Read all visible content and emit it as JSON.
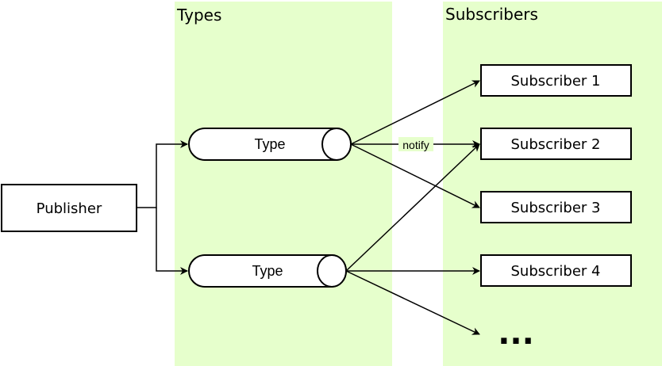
{
  "lanes": {
    "types_title": "Types",
    "subscribers_title": "Subscribers",
    "fill": "#e6ffcc"
  },
  "publisher": {
    "label": "Publisher"
  },
  "types": [
    {
      "label": "Type"
    },
    {
      "label": "Type"
    }
  ],
  "subscribers": [
    {
      "label": "Subscriber 1"
    },
    {
      "label": "Subscriber 2"
    },
    {
      "label": "Subscriber 3"
    },
    {
      "label": "Subscriber 4"
    }
  ],
  "more_indicator": "...",
  "edge_label": "notify",
  "colors": {
    "stroke": "#000000",
    "box_fill": "#ffffff"
  }
}
